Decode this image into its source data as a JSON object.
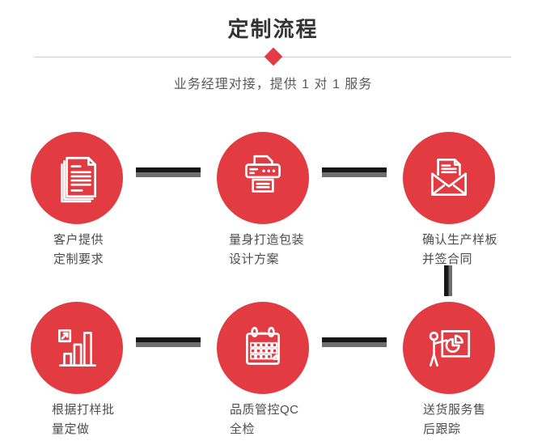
{
  "header": {
    "title": "定制流程",
    "subtitle": "业务经理对接，提供 1 对 1 服务"
  },
  "colors": {
    "accent_red": "#e23b41",
    "connector_dark": "#161616",
    "connector_gray": "#6e6e6e",
    "divider_gray": "#cccccc",
    "title_color": "#333333",
    "subtitle_color": "#595959",
    "label_color": "#4d4d4d"
  },
  "steps": [
    {
      "icon": "documents-icon",
      "label_line1": "客户提供",
      "label_line2": "定制要求"
    },
    {
      "icon": "printer-icon",
      "label_line1": "量身打造包装",
      "label_line2": "设计方案"
    },
    {
      "icon": "envelope-icon",
      "label_line1": "确认生产样板",
      "label_line2": "并签合同"
    },
    {
      "icon": "bar-chart-icon",
      "label_line1": "根据打样批",
      "label_line2": "量定做"
    },
    {
      "icon": "calendar-icon",
      "label_line1": "品质管控QC",
      "label_line2": "全检"
    },
    {
      "icon": "presentation-icon",
      "label_line1": "送货服务售",
      "label_line2": "后跟踪"
    }
  ]
}
